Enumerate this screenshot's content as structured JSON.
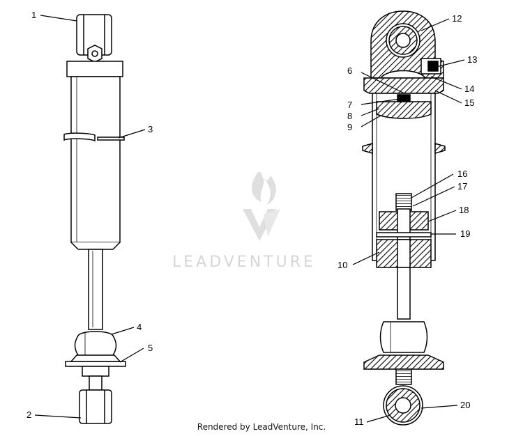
{
  "diagram": {
    "callouts": [
      {
        "id": "c1",
        "label": "1"
      },
      {
        "id": "c2",
        "label": "2"
      },
      {
        "id": "c3",
        "label": "3"
      },
      {
        "id": "c4",
        "label": "4"
      },
      {
        "id": "c5",
        "label": "5"
      },
      {
        "id": "c6",
        "label": "6"
      },
      {
        "id": "c7",
        "label": "7"
      },
      {
        "id": "c8",
        "label": "8"
      },
      {
        "id": "c9",
        "label": "9"
      },
      {
        "id": "c10",
        "label": "10"
      },
      {
        "id": "c11",
        "label": "11"
      },
      {
        "id": "c12",
        "label": "12"
      },
      {
        "id": "c13",
        "label": "13"
      },
      {
        "id": "c14",
        "label": "14"
      },
      {
        "id": "c15",
        "label": "15"
      },
      {
        "id": "c16",
        "label": "16"
      },
      {
        "id": "c17",
        "label": "17"
      },
      {
        "id": "c18",
        "label": "18"
      },
      {
        "id": "c19",
        "label": "19"
      },
      {
        "id": "c20",
        "label": "20"
      }
    ]
  },
  "watermark": {
    "text": "LEADVENTURE"
  },
  "footer": {
    "text": "Rendered by LeadVenture, Inc."
  }
}
